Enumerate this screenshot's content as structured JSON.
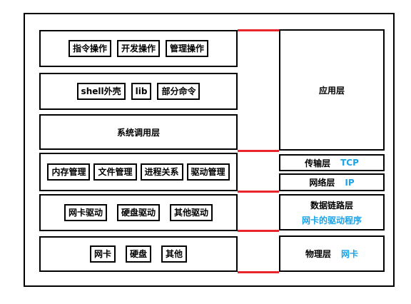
{
  "left_stack": {
    "row1": [
      "指令操作",
      "开发操作",
      "管理操作"
    ],
    "row2": [
      "shell外壳",
      "lib",
      "部分命令"
    ],
    "row3": "系统调用层",
    "row4": [
      "内存管理",
      "文件管理",
      "进程关系",
      "驱动管理"
    ],
    "row5": [
      "网卡驱动",
      "硬盘驱动",
      "其他驱动"
    ],
    "row6": [
      "网卡",
      "硬盘",
      "其他"
    ]
  },
  "right_stack": {
    "app": "应用层",
    "transport": {
      "label": "传输层",
      "protocol": "TCP"
    },
    "network": {
      "label": "网络层",
      "protocol": "IP"
    },
    "datalink": {
      "label": "数据链路层",
      "note": "网卡的驱动程序"
    },
    "physical": {
      "label": "物理层",
      "note": "网卡"
    }
  },
  "colors": {
    "connector": "#e8262b",
    "highlight": "#1aa3e8"
  }
}
